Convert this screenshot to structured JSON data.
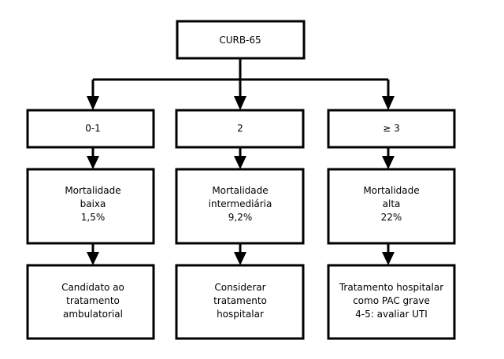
{
  "root": {
    "label": "CURB-65"
  },
  "columns": [
    {
      "score": "0-1",
      "mortality": [
        "Mortalidade",
        "baixa",
        "1,5%"
      ],
      "action": [
        "Candidato ao",
        "tratamento",
        "ambulatorial"
      ]
    },
    {
      "score": "2",
      "mortality": [
        "Mortalidade",
        "intermediária",
        "9,2%"
      ],
      "action": [
        "Considerar",
        "tratamento",
        "hospitalar"
      ]
    },
    {
      "score": "≥ 3",
      "mortality": [
        "Mortalidade",
        "alta",
        "22%"
      ],
      "action": [
        "Tratamento hospitalar",
        "como PAC grave",
        "4-5: avaliar UTI"
      ]
    }
  ]
}
